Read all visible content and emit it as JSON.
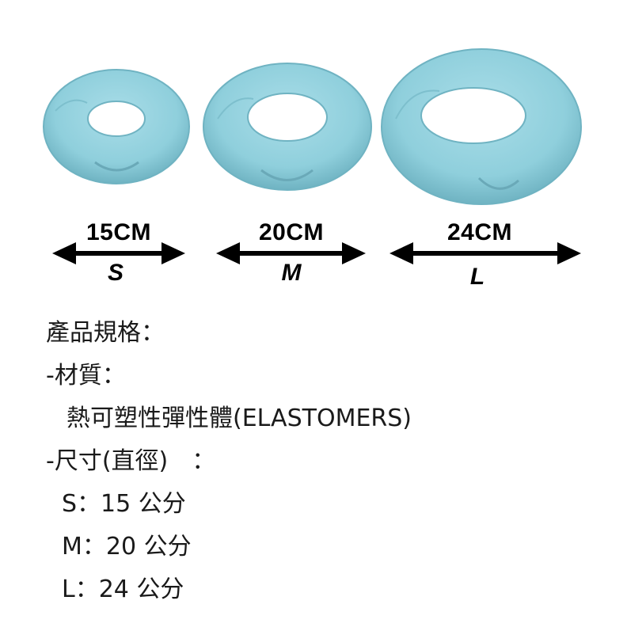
{
  "sizes": [
    {
      "dimension": "15CM",
      "letter": "S"
    },
    {
      "dimension": "20CM",
      "letter": "M"
    },
    {
      "dimension": "24CM",
      "letter": "L"
    }
  ],
  "spec": {
    "heading": "產品規格：",
    "material_label": "-材質：",
    "material_value": "熱可塑性彈性體(ELASTOMERS)",
    "size_label": "-尺寸(直徑)　：",
    "size_rows": [
      "S：15 公分",
      "M：20 公分",
      "L：24 公分"
    ]
  },
  "colors": {
    "ring": "#8fcfdc",
    "ring_shadow": "#6fb3c2",
    "arrow": "#000000"
  }
}
